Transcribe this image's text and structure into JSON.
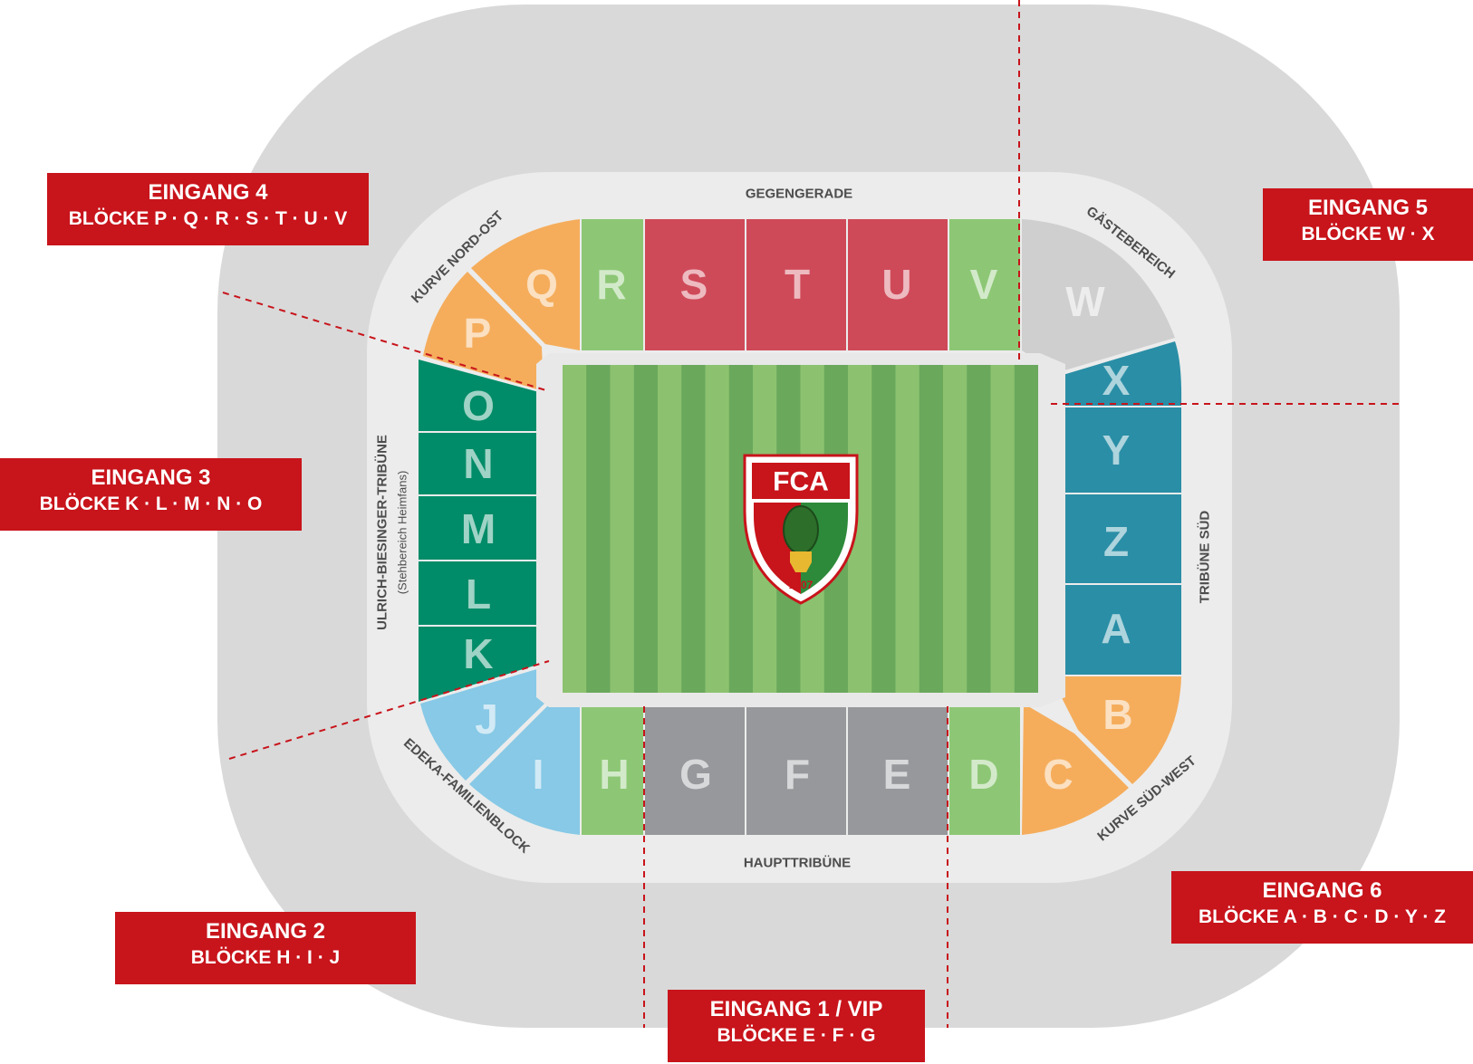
{
  "colors": {
    "outer": "#d9d9d9",
    "ring": "#ececec",
    "curve_orange": "#f5ad5c",
    "green_light": "#8dc775",
    "red_block": "#cf4a59",
    "grey_block": "#cfcfcf",
    "dark_green": "#008c68",
    "teal": "#2a8ea6",
    "light_blue": "#87c9e6",
    "grey_main": "#96989b",
    "pitch_light": "#8cc26f",
    "pitch_dark": "#6aa85c",
    "entrance_red": "#c8141b"
  },
  "blocks": {
    "O": "O",
    "N": "N",
    "M": "M",
    "L": "L",
    "K": "K",
    "P": "P",
    "Q": "Q",
    "R": "R",
    "S": "S",
    "T": "T",
    "U": "U",
    "V": "V",
    "W": "W",
    "X": "X",
    "Y": "Y",
    "Z": "Z",
    "A": "A",
    "B": "B",
    "C": "C",
    "D": "D",
    "E": "E",
    "F": "F",
    "G": "G",
    "H": "H",
    "I": "I",
    "J": "J"
  },
  "areas": {
    "gegengerade": "GEGENGERADE",
    "haupttribuene": "HAUPTTRIBÜNE",
    "kurve_nord_ost": "KURVE NORD-OST",
    "gaestebereich": "GÄSTEBEREICH",
    "tribuene_sued": "TRIBÜNE SÜD",
    "kurve_sued_west": "KURVE SÜD-WEST",
    "familienblock": "EDEKA-FAMILIENBLOCK",
    "west_stand": "ULRICH-BIESINGER-TRIBÜNE",
    "west_stand_sub": "(Stehbereich Heimfans)"
  },
  "logo": {
    "text": "FCA",
    "year": "1907",
    "icon": "fca-crest-icon"
  },
  "entrances": [
    {
      "title": "EINGANG 4",
      "blocks": "BLÖCKE P · Q · R · S · T · U · V"
    },
    {
      "title": "EINGANG 5",
      "blocks": "BLÖCKE W · X"
    },
    {
      "title": "EINGANG 3",
      "blocks": "BLÖCKE K · L · M · N · O"
    },
    {
      "title": "EINGANG 6",
      "blocks": "BLÖCKE A · B · C · D · Y · Z"
    },
    {
      "title": "EINGANG 2",
      "blocks": "BLÖCKE H · I · J"
    },
    {
      "title": "EINGANG 1 / VIP",
      "blocks": "BLÖCKE E · F · G"
    }
  ]
}
